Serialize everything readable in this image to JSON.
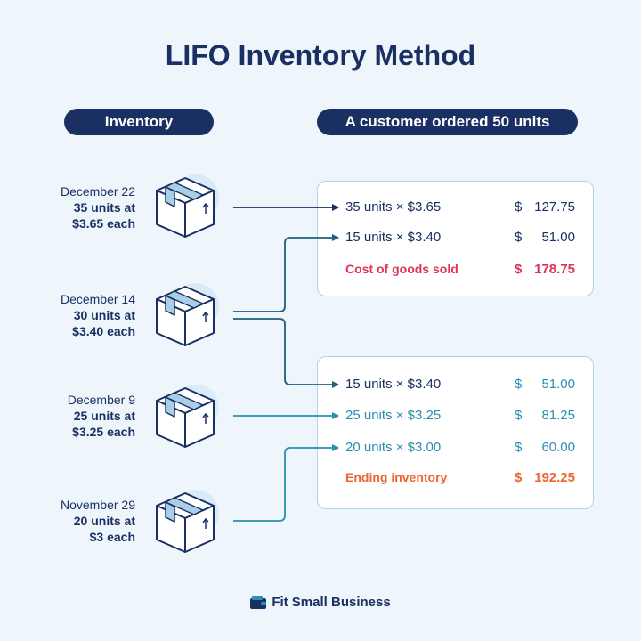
{
  "title": "LIFO Inventory Method",
  "headers": {
    "inventory": "Inventory",
    "customer": "A customer ordered 50 units"
  },
  "inventory": [
    {
      "date": "December 22",
      "units": "35 units at",
      "price": "$3.65 each"
    },
    {
      "date": "December 14",
      "units": "30 units at",
      "price": "$3.40 each"
    },
    {
      "date": "December 9",
      "units": "25 units at",
      "price": "$3.25 each"
    },
    {
      "date": "November 29",
      "units": "20 units at",
      "price": "$3 each"
    }
  ],
  "cogs_card": {
    "rows": [
      {
        "text": "35 units × $3.65",
        "currency": "$",
        "amount": "127.75"
      },
      {
        "text": "15 units × $3.40",
        "currency": "$",
        "amount": "51.00"
      }
    ],
    "total": {
      "text": "Cost of goods sold",
      "currency": "$",
      "amount": "178.75"
    }
  },
  "ending_card": {
    "rows": [
      {
        "text": "15 units × $3.40",
        "currency": "$",
        "amount": "51.00"
      },
      {
        "text": "25 units × $3.25",
        "currency": "$",
        "amount": "81.25"
      },
      {
        "text": "20 units × $3.00",
        "currency": "$",
        "amount": "60.00"
      }
    ],
    "total": {
      "text": "Ending inventory",
      "currency": "$",
      "amount": "192.25"
    }
  },
  "footer": {
    "brand": "Fit Small Business"
  },
  "colors": {
    "navy": "#1b3062",
    "teal": "#2a8fb0",
    "cogs": "#e0315a",
    "ending": "#ef6530",
    "background": "#eef6fc"
  }
}
